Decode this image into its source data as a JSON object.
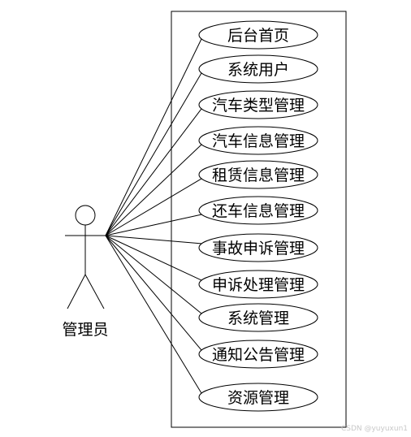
{
  "diagram": {
    "actor": {
      "label": "管理员"
    },
    "use_cases": [
      {
        "label": "后台首页"
      },
      {
        "label": "系统用户"
      },
      {
        "label": "汽车类型管理"
      },
      {
        "label": "汽车信息管理"
      },
      {
        "label": "租赁信息管理"
      },
      {
        "label": "还车信息管理"
      },
      {
        "label": "事故申诉管理"
      },
      {
        "label": "申诉处理管理"
      },
      {
        "label": "系统管理"
      },
      {
        "label": "通知公告管理"
      },
      {
        "label": "资源管理"
      }
    ],
    "colors": {
      "stroke": "#000000",
      "background": "#ffffff",
      "watermark": "#c8c8c8"
    }
  },
  "watermark": {
    "text": "CSDN @yuyuxun1"
  }
}
